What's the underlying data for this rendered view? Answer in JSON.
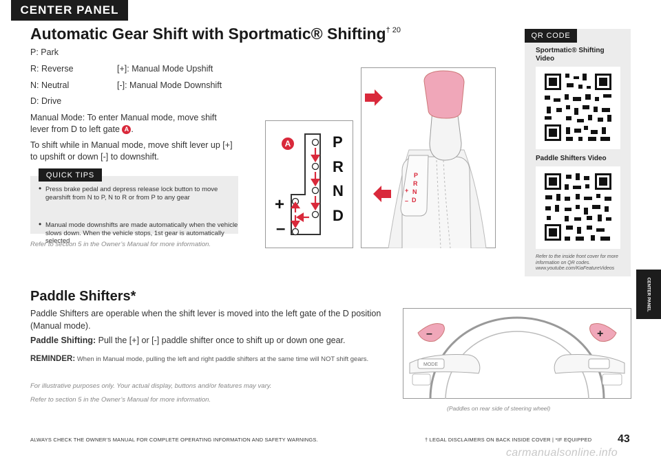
{
  "banner": "CENTER PANEL",
  "title": "Automatic Gear Shift with Sportmatic® Shifting",
  "title_sup": "† 20",
  "gear_list": {
    "park": "P: Park",
    "reverse": "R: Reverse",
    "upshift": "[+]: Manual Mode Upshift",
    "neutral": "N: Neutral",
    "downshift": "[-]: Manual Mode Downshift",
    "drive": "D: Drive"
  },
  "manual_mode_text": "Manual Mode: To enter Manual mode, move shift lever from D to left gate",
  "badge_a": "A",
  "shift_text": "To shift while in Manual mode, move shift lever up [+] to upshift or down [-] to downshift.",
  "quick_tips": {
    "label": "QUICK TIPS",
    "items": [
      "Press brake pedal and depress release lock button to move gearshift from N to P, N to R or from P to any gear",
      "Manual mode downshifts are made automatically when the vehicle slows down. When the vehicle stops, 1st gear is automatically selected"
    ]
  },
  "ref_owner_1": "Refer to section 5 in the Owner’s Manual for more information.",
  "diagram": {
    "letters": [
      "P",
      "R",
      "N",
      "D"
    ],
    "plus": "+",
    "minus": "–",
    "lever_letters": [
      "P",
      "R",
      "N",
      "D"
    ],
    "lever_plus": "+",
    "lever_minus": "–"
  },
  "qr_panel": {
    "label": "QR CODE",
    "video1": "Sportmatic® Shifting Video",
    "video2": "Paddle Shifters Video",
    "note": "Refer to the inside front cover for more information on QR codes. www.youtube.com/KiaFeatureVideos"
  },
  "side_tab": "CENTER PANEL",
  "paddle": {
    "title": "Paddle Shifters*",
    "desc": "Paddle Shifters are operable when the shift lever is moved into the left gate of the D position (Manual mode).",
    "shifting_label": "Paddle Shifting:",
    "shifting_text": "Pull the [+] or [-] paddle shifter once to shift up or down one gear.",
    "reminder_label": "REMINDER:",
    "reminder_text": "When in Manual mode, pulling the left and right paddle shifters at the same time will NOT shift gears.",
    "illustrative": "For illustrative purposes only. Your actual display, buttons and/or features may vary.",
    "ref_owner": "Refer to section 5 in the Owner’s Manual for more information.",
    "caption": "(Paddles on rear side of steering wheel)",
    "wheel_mode": "MODE",
    "paddle_minus": "–",
    "paddle_plus": "+"
  },
  "footer": {
    "left": "ALWAYS CHECK THE OWNER’S MANUAL FOR COMPLETE OPERATING INFORMATION AND SAFETY WARNINGS.",
    "right": "† LEGAL DISCLAIMERS ON BACK INSIDE COVER | *IF EQUIPPED",
    "page": "43"
  },
  "watermark": "carmanualsonline.info",
  "colors": {
    "accent_red": "#d9293b",
    "dark": "#1c1c1c",
    "panel_gray": "#ececec"
  }
}
